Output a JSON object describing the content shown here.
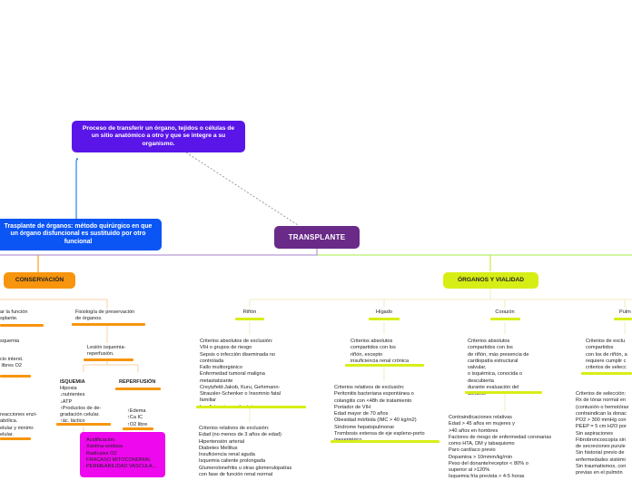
{
  "colors": {
    "central": "#6a2a88",
    "definition": "#5a16e8",
    "transplant_def": "#0b55f5",
    "conservation": "#f7950e",
    "organs": "#d7ee16",
    "heart_line": "#f7950e",
    "lime_line": "#c8e632",
    "magenta": "#ee08ee",
    "blue_line": "#2b7bf0",
    "purple_line": "#b79ad4"
  },
  "central": {
    "label": "TRANSPLANTE"
  },
  "definition": {
    "text": "Proceso de transferir un órgano, tejidos o células de un sitio anatómico a otro y que se integre a su organismo."
  },
  "transplant_def": {
    "text": "Trasplante de órganos: método quirúrgico en que un órgano disfuncional es sustituido por otro funcional"
  },
  "conservation": {
    "label": "CONSERVACIÓN",
    "left_texts": {
      "t1": "ar la función\nsplante.",
      "t2": "squemia",
      "t3": "cio interst.\n libres O2",
      "t4": "reacciones enzi-\nabólica.\nelular y minimi-\nelular."
    },
    "physiology": "Fisiología de preservación\nde órganos.",
    "injury": "Lesión isquemia-\nreperfusión.",
    "ischemia": {
      "title": "ISQUEMIA",
      "items": "Hipoxia\n↓nutrientes\n↓ATP\n↑Productos de de-\ngradación celular.\n↑ác. láctico"
    },
    "reperfusion": {
      "title": "REPERFUSIÓN",
      "items": "↑Edema\n↑Ca IC\n↑O2 libre"
    },
    "magenta_box": "Acidificación\nXantina-oxidasa\nRadicales O2\nFRACASO MITOCONDRIAL\nPERMEABILIDAD VASCULA..."
  },
  "organs": {
    "label": "ÓRGANOS Y VIALIDAD",
    "kidney": {
      "label": "Riñón",
      "absolute": "Criterios absolutos de exclusión:\nVIH o grupos de riesgo\nSepsis o infección diseminada no\ncontrolada\nFallo multiorgánico\nEnfermedad tumoral maligna\nmetastatizante\nCreytzfeld-Jakob, Kuru, Gehrmann-\nStrausler-Schenker o Insomnio fatal\nfamiliar\nInsuficiencia renal crónica",
      "relative": "Criterios relativos de exclusión:\nEdad (no menos de 3 años de edad)\nHipertensión arterial\nDiabetes Mellitus\nInsuficiencia renal aguda\nIsquemia caliente prolongada\nGlumerolonefritis u otras glomerulopatías\ncon fase de función renal normal"
    },
    "liver": {
      "label": "Hígado",
      "absolute": "Criterios absolutos\ncompartidos con los\nriñón, excepto\ninsuficiencia renal crónica",
      "relative": "Criterios relativos de exclusión:\nPeritonitis bacteriana espontánea o\ncolangitis con <48h de tratamiento\nPortador de VIH\nEdad mayor de 70 años\nObesidad mórbida (IMC > 40 kg/m2)\nSíndrome hepatopulmonar\nTrombosis extensa de eje espleno-porto\nmesentérico"
    },
    "heart": {
      "label": "Corazón",
      "absolute": "Criterios absolutos\ncompartidos con los\nde riñón, más presencia de\ncardiopatía estructural\nvalvular,\no isquémica, conocida o\ndescubierta\ndurante evaluación del\ndonante",
      "relative": "Contraindicaciones relativas\nEdad > 45 años en mujeres y\n>40 años en hombres\nFactores de riesgo de enfermedad coronarias\ncomo HTA, DM y tabaquismo\nParo cardíaco previo\nDopamina > 10mmm/kg/min\nPeso del donante/receptor < 80% o\nsuperior al >120%\nIsquemia fría prevista > 4-5 horas"
    },
    "lung": {
      "label": "Pulm",
      "absolute": "Criterios de exclu\ncompartidos\ncon los de riñón, a\nrequiere cumplir c\ncriterios de selecc",
      "selection": "Criterios de selección:\nRx de tórax normal en\n(contusión o hemotórax\ncontraindican la donac\nPO2 > 300 mmHg con\nPEEP = 5 cm H2O por\nSin aspiraciones\nFibrobroncoscopía sin\nde secreciones purule\nSin historial previo de\nenfermedades sistémi\nSin traumatismos, con\nprevias en el pulmón"
    }
  }
}
